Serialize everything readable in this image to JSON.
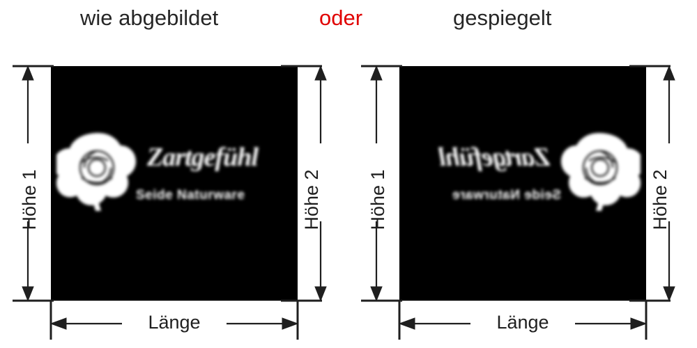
{
  "headings": {
    "left": "wie abgebildet",
    "connector": "oder",
    "right": "gespiegelt"
  },
  "colors": {
    "connector_text": "#e00000",
    "heading_text": "#262626",
    "dimension_line": "#1f1f1f",
    "image_block": "#000000",
    "page_background": "#ffffff",
    "logo_ink": "#ffffff"
  },
  "panels": [
    {
      "id": "as-shown",
      "title": "wie abgebildet",
      "mirrored": false,
      "dimensions": {
        "height_left_label": "Höhe 1",
        "height_right_label": "Höhe 2",
        "length_label": "Länge"
      },
      "logo": {
        "emblem": "rose-emblem-icon",
        "wordmark": "Zartgefühl",
        "tagline": "Seide Naturware"
      }
    },
    {
      "id": "mirrored",
      "title": "gespiegelt",
      "mirrored": true,
      "dimensions": {
        "height_left_label": "Höhe 1",
        "height_right_label": "Höhe 2",
        "length_label": "Länge"
      },
      "logo": {
        "emblem": "rose-emblem-icon",
        "wordmark": "Zartgefühl",
        "tagline": "Seide Naturware"
      }
    }
  ]
}
